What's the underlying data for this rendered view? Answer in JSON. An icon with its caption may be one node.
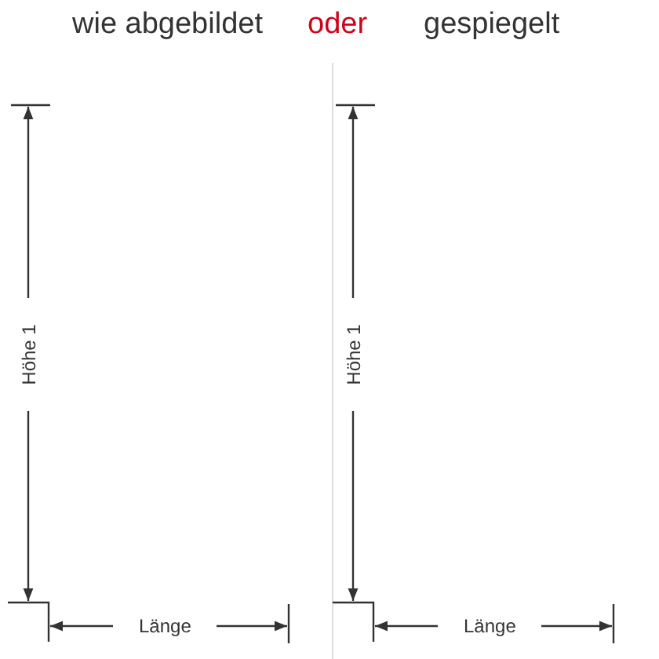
{
  "diagram": {
    "labels": [
      "wie abgebildet",
      "oder",
      "gespiegelt",
      "Höhe 1",
      "Länge",
      "Höhe 1",
      "Länge"
    ]
  }
}
